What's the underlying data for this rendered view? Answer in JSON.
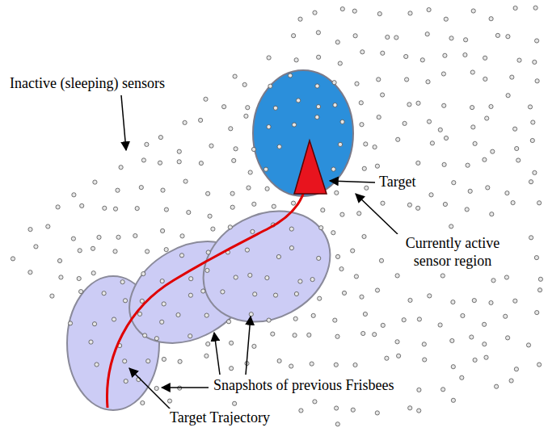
{
  "diagram": {
    "labels": [
      "Inactive (sleeping) sensors",
      "Target",
      "Currently active sensor region",
      "Snapshots of previous Frisbees",
      "Target Trajectory"
    ]
  }
}
